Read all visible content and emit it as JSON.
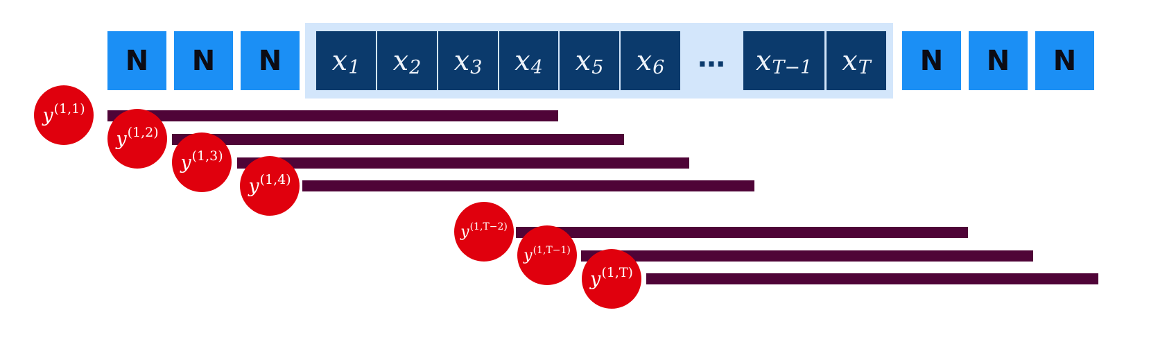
{
  "sequence": {
    "pad_label": "N",
    "left_pads": [
      "N",
      "N",
      "N"
    ],
    "right_pads": [
      "N",
      "N",
      "N"
    ],
    "ellipsis": "...",
    "tokens": [
      {
        "base": "x",
        "sub": "1"
      },
      {
        "base": "x",
        "sub": "2"
      },
      {
        "base": "x",
        "sub": "3"
      },
      {
        "base": "x",
        "sub": "4"
      },
      {
        "base": "x",
        "sub": "5"
      },
      {
        "base": "x",
        "sub": "6"
      },
      {
        "base": "x",
        "sub": "T−1"
      },
      {
        "base": "x",
        "sub": "T"
      }
    ]
  },
  "outputs": [
    {
      "base": "y",
      "sup": "(1,1)"
    },
    {
      "base": "y",
      "sup": "(1,2)"
    },
    {
      "base": "y",
      "sup": "(1,3)"
    },
    {
      "base": "y",
      "sup": "(1,4)"
    },
    {
      "base": "y",
      "sup": "(1,T−2)"
    },
    {
      "base": "y",
      "sup": "(1,T−1)"
    },
    {
      "base": "y",
      "sup": "(1,T)"
    }
  ],
  "colors": {
    "pad": "#1b8ff5",
    "token": "#0b3a6c",
    "highlight": "#d3e6fb",
    "bar": "#4f0437",
    "node": "#e0000d"
  }
}
